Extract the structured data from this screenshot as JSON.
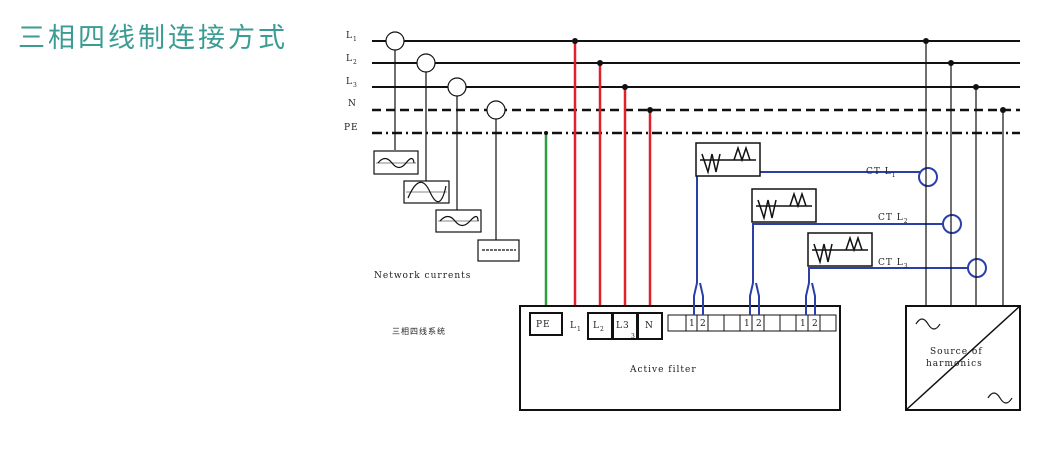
{
  "title": "三相四线制连接方式",
  "lines": {
    "L1": "L",
    "L1_sub": "1",
    "L2": "L",
    "L2_sub": "2",
    "L3": "L",
    "L3_sub": "3",
    "N": "N",
    "PE": "PE"
  },
  "network_currents": "Network currents",
  "system_label": "三相四线系统",
  "filter": {
    "label": "Active filter",
    "terminals": {
      "pe": "PE",
      "l1": "L",
      "l1_sub": "1",
      "l2": "L",
      "l2_sub": "2",
      "l3": "L3",
      "l3_sub": "3",
      "n": "N"
    },
    "ct_pins": [
      "1",
      "2"
    ]
  },
  "ct": [
    {
      "text": "CT  L",
      "sub": "1"
    },
    {
      "text": "CT  L",
      "sub": "2"
    },
    {
      "text": "CT  L",
      "sub": "3"
    }
  ],
  "harmonics": {
    "line1": "Source of",
    "line2": "harmonics"
  },
  "colors": {
    "title": "#3a9c93",
    "phase_wire": "#e0202a",
    "pe_wire": "#2e9e3e",
    "ct_wire": "#2a3fa8",
    "bus": "#111111"
  }
}
